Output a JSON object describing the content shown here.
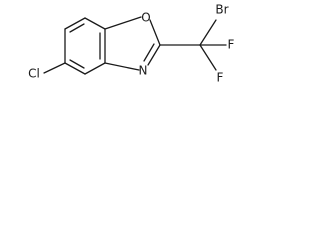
{
  "molecule": {
    "atoms": {
      "O": "O",
      "N": "N",
      "Cl": "Cl",
      "Br": "Br",
      "F_top": "F",
      "F_bottom": "F"
    }
  }
}
